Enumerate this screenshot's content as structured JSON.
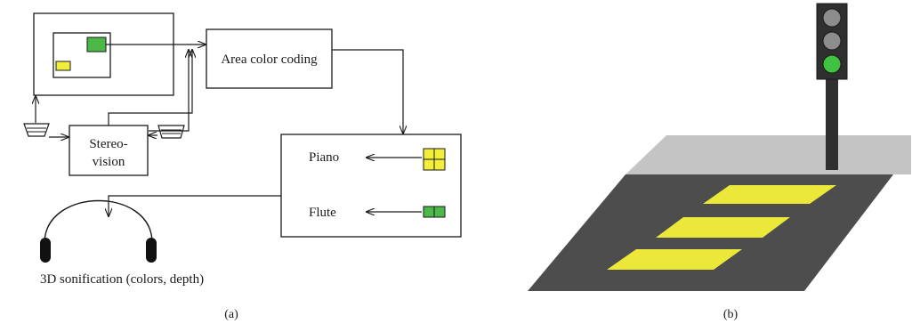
{
  "panel_a": {
    "area_color_coding_label": "Area color coding",
    "stereo_label_line1": "Stereo-",
    "stereo_label_line2": "vision",
    "piano_label": "Piano",
    "flute_label": "Flute",
    "sonification_caption": "3D sonification (colors, depth)",
    "panel_label": "(a)",
    "colors": {
      "green": "#4cb848",
      "yellow": "#f2ee3c"
    }
  },
  "panel_b": {
    "panel_label": "(b)",
    "colors": {
      "road": "#4d4d4d",
      "sidewalk": "#c4c4c4",
      "stripe": "#ebe83a",
      "pole": "#2f2f2f",
      "light_off": "#8c8c8c",
      "light_on": "#3fc23f"
    }
  }
}
